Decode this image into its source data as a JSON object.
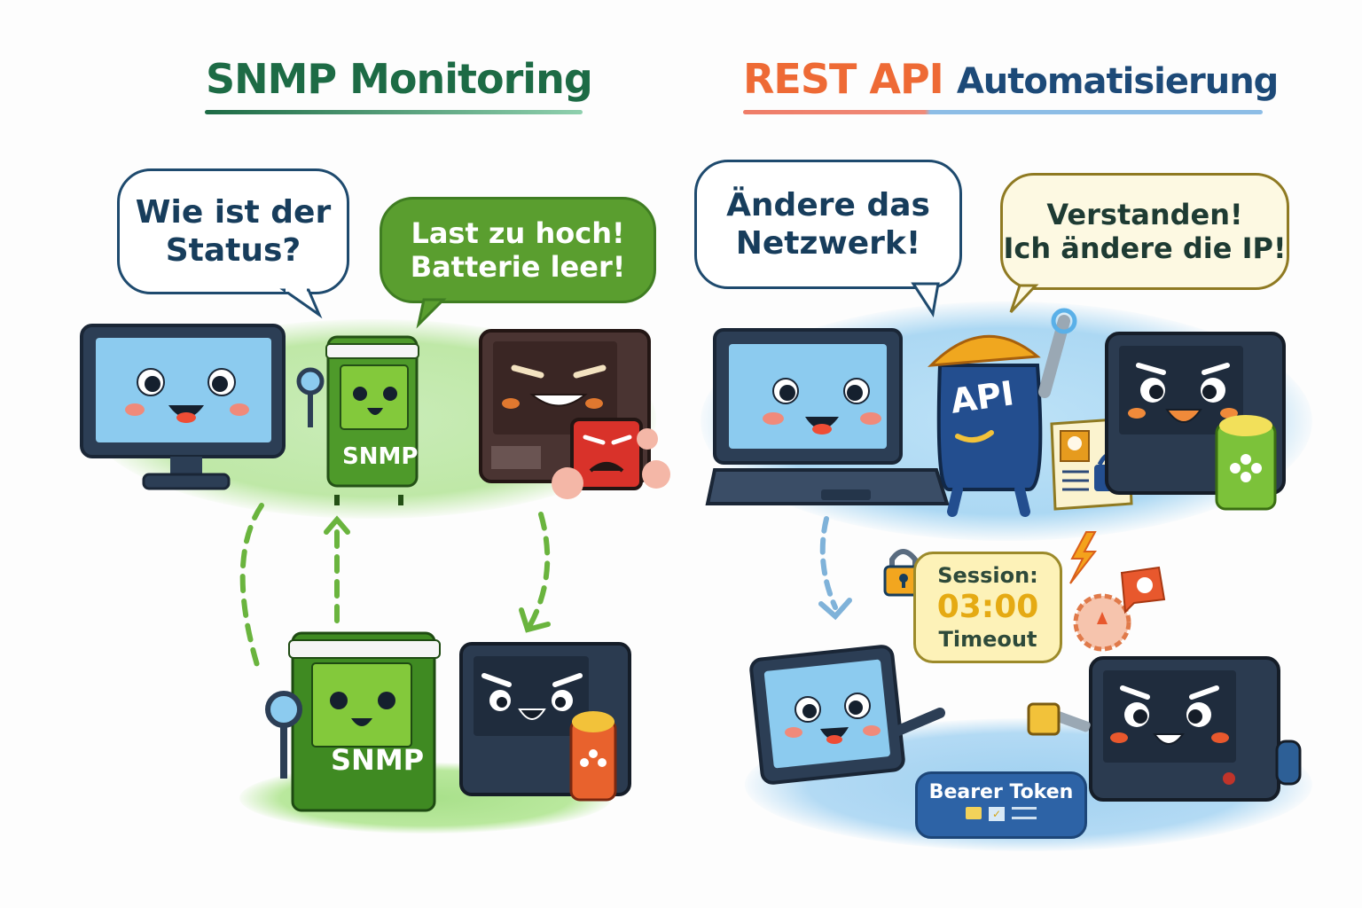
{
  "left_panel": {
    "title": "SNMP Monitoring",
    "title_color": "#1d6b45",
    "bubble_question": "Wie ist der\nStatus?",
    "bubble_answer": "Last zu hoch!\nBatterie leer!",
    "bubble_answer_color": "#5a9e2f",
    "agent_label_top": "SNMP",
    "agent_label_bottom": "SNMP",
    "accent_color": "#6ab43e"
  },
  "right_panel": {
    "title_part1": "REST API",
    "title_part2": "Automatisierung",
    "title_part1_color": "#ee6a35",
    "title_part2_color": "#1d4a78",
    "bubble_command": "Ändere das\nNetzwerk!",
    "bubble_reply": "Verstanden!\nIch ändere die IP!",
    "api_label": "API",
    "session_label": "Session:",
    "session_time": "03:00",
    "session_timeout": "Timeout",
    "token_label": "Bearer Token",
    "accent_color": "#5aa9de"
  }
}
